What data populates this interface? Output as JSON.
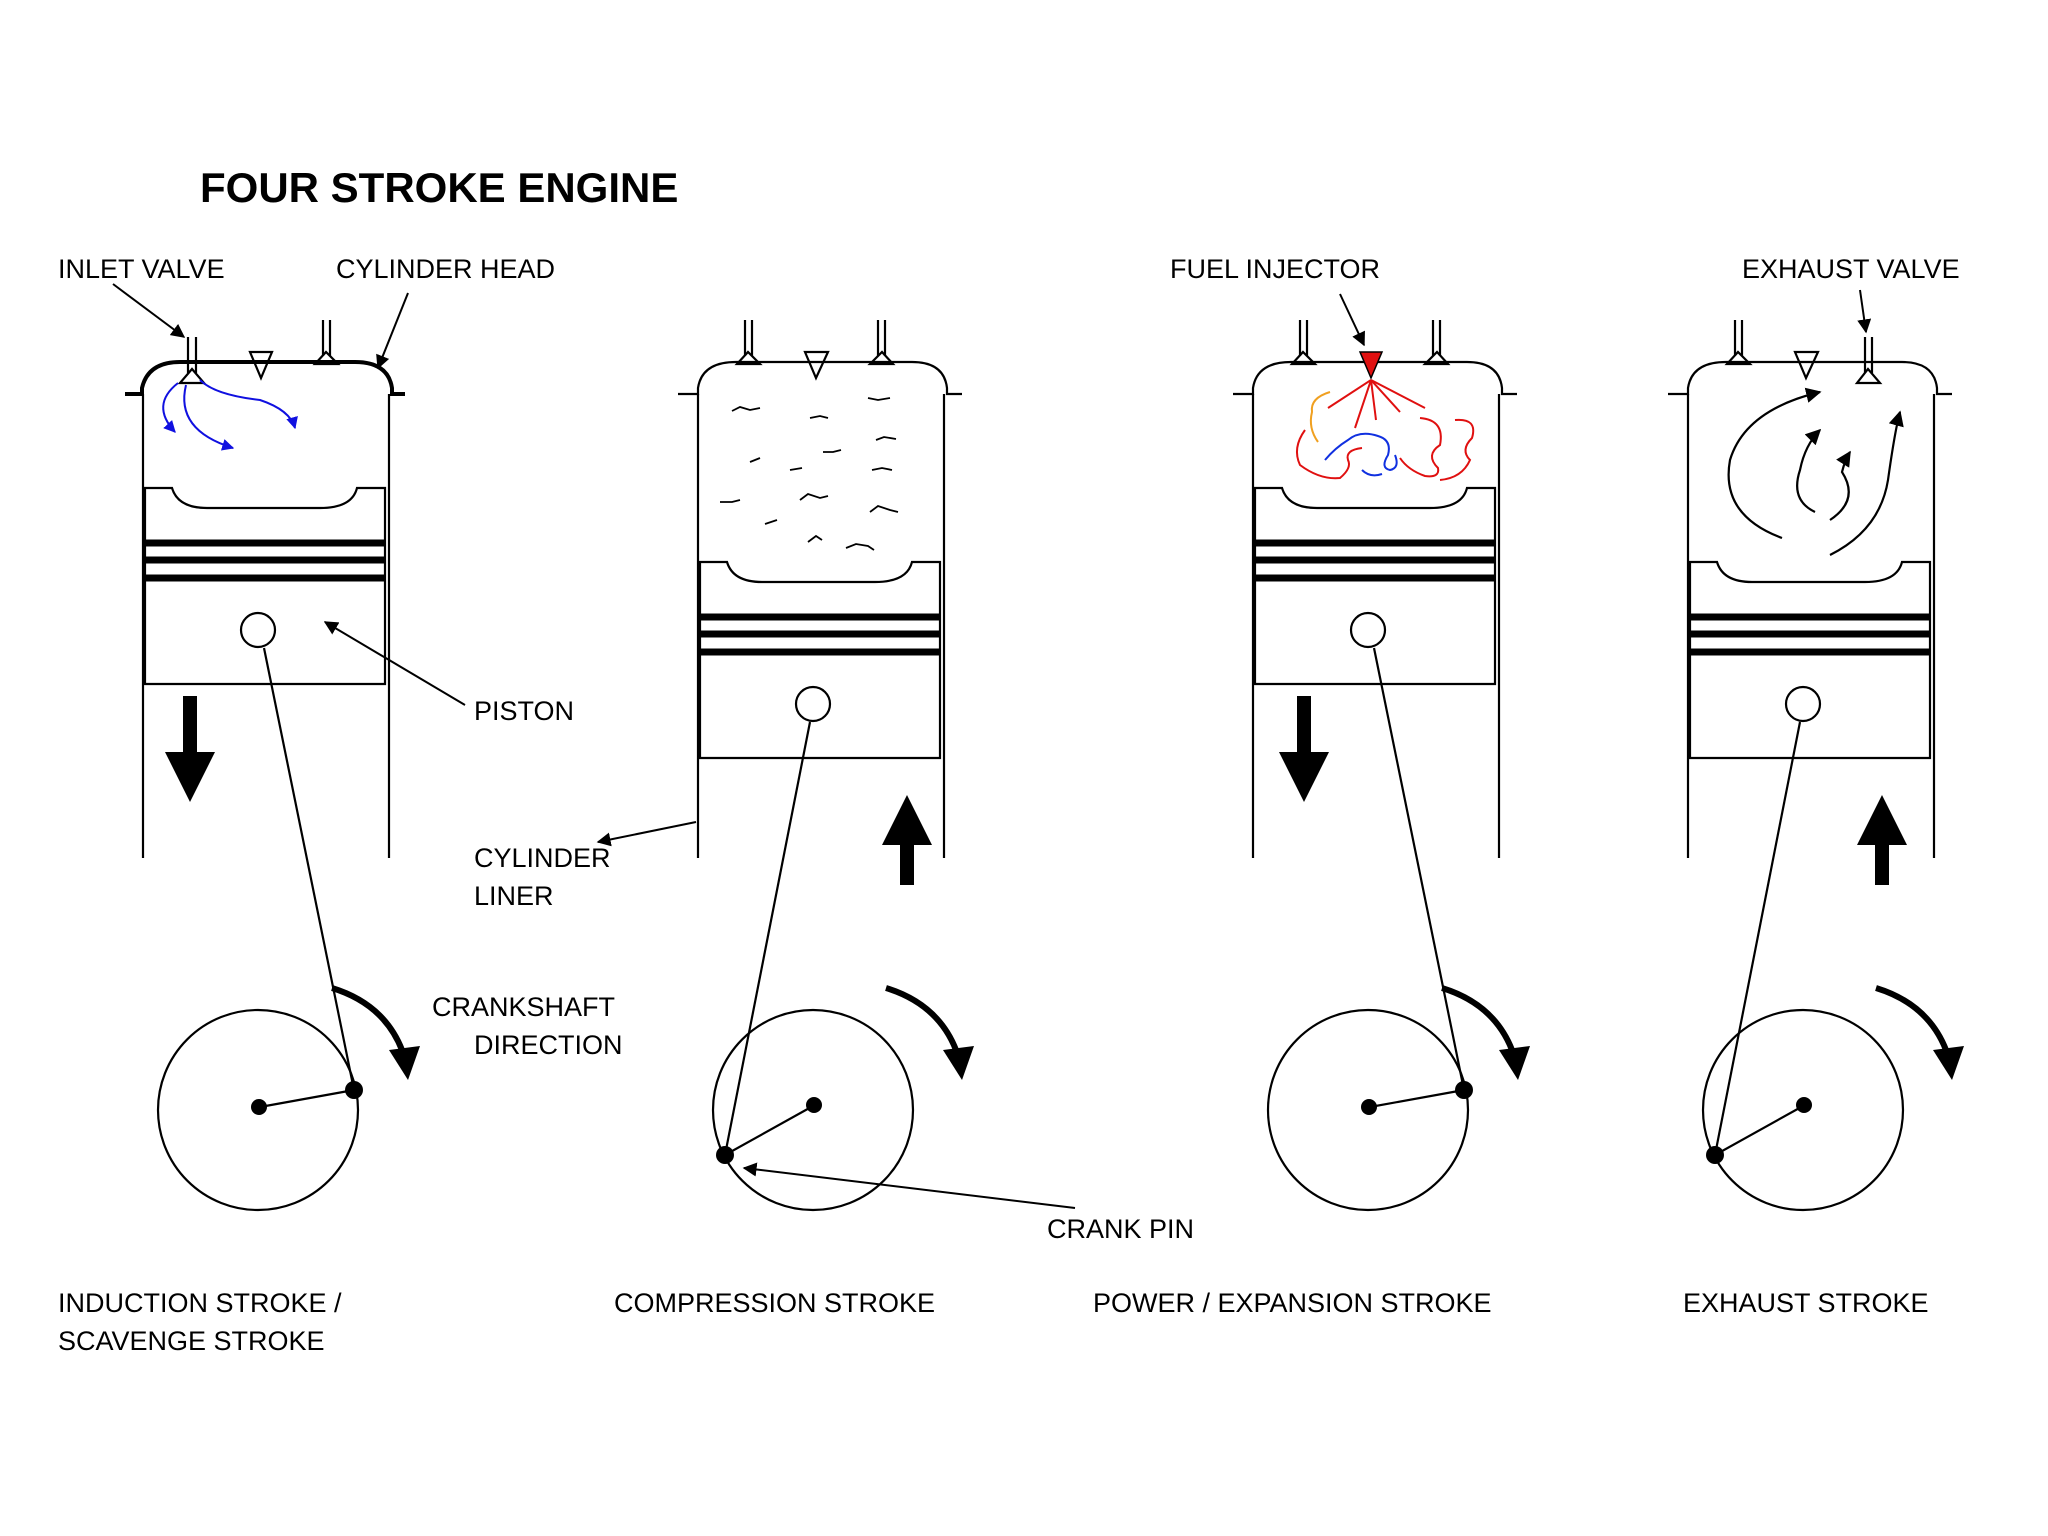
{
  "title": "FOUR STROKE ENGINE",
  "labels": {
    "inlet_valve": "INLET VALVE",
    "cylinder_head": "CYLINDER HEAD",
    "fuel_injector": "FUEL INJECTOR",
    "exhaust_valve": "EXHAUST VALVE",
    "piston": "PISTON",
    "cylinder_liner_1": "CYLINDER",
    "cylinder_liner_2": "LINER",
    "crankshaft_direction_1": "CRANKSHAFT",
    "crankshaft_direction_2": "DIRECTION",
    "crank_pin": "CRANK PIN"
  },
  "strokes": [
    {
      "line1": "INDUCTION STROKE /",
      "line2": "SCAVENGE STROKE"
    },
    {
      "line1": "COMPRESSION STROKE",
      "line2": ""
    },
    {
      "line1": "POWER / EXPANSION STROKE",
      "line2": ""
    },
    {
      "line1": "EXHAUST STROKE",
      "line2": ""
    }
  ],
  "colors": {
    "intake_flow": "#1010e0",
    "injector": "#e01010",
    "flame_red": "#e01010",
    "flame_orange": "#f0a020",
    "flame_blue": "#1030e0"
  }
}
